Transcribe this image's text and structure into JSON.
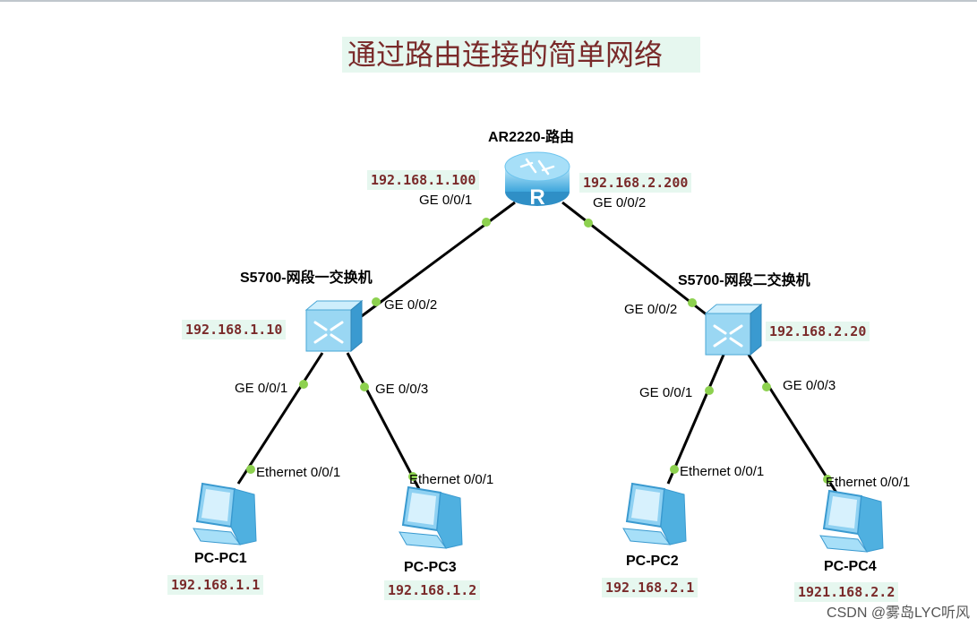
{
  "title": "通过路由连接的简单网络",
  "router": {
    "name": "AR2220-路由",
    "ip_left": "192.168.1.100",
    "ip_right": "192.168.2.200",
    "port_left": "GE 0/0/1",
    "port_right": "GE 0/0/2"
  },
  "switch1": {
    "name": "S5700-网段一交换机",
    "ip": "192.168.1.10",
    "port_up": "GE 0/0/2",
    "port_left": "GE 0/0/1",
    "port_right": "GE 0/0/3"
  },
  "switch2": {
    "name": "S5700-网段二交换机",
    "ip": "192.168.2.20",
    "port_up": "GE 0/0/2",
    "port_left": "GE 0/0/1",
    "port_right": "GE 0/0/3"
  },
  "pcs": [
    {
      "name": "PC-PC1",
      "ip": "192.168.1.1",
      "port": "Ethernet 0/0/1"
    },
    {
      "name": "PC-PC3",
      "ip": "192.168.1.2",
      "port": "Ethernet 0/0/1"
    },
    {
      "name": "PC-PC2",
      "ip": "192.168.2.1",
      "port": "Ethernet 0/0/1"
    },
    {
      "name": "PC-PC4",
      "ip": "1921.168.2.2",
      "port": "Ethernet 0/0/1"
    }
  ],
  "watermark": "CSDN @雾岛LYC听风",
  "colors": {
    "link": "#000000",
    "port_dot": "#8dd14f",
    "label_bg": "#e6f7ef",
    "label_text": "#7a2a2a",
    "device_blue": "#6cc4ee"
  }
}
